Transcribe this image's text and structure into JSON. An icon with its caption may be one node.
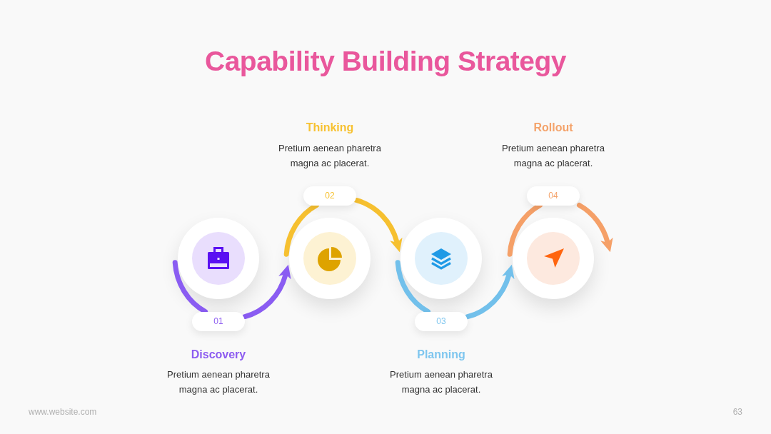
{
  "diagram": {
    "title": "Capability Building Strategy",
    "nodes": [
      {
        "text": [],
        "shape": "circle",
        "beside": [
          "Discovery",
          "Pretium aenean pharetra magna ac placerat."
        ]
      },
      {
        "text": [
          "01"
        ]
      },
      {
        "text": [],
        "shape": "circle",
        "beside": [
          "Thinking",
          "Pretium aenean pharetra magna ac placerat."
        ]
      },
      {
        "text": [
          "02"
        ]
      },
      {
        "text": [],
        "shape": "circle",
        "beside": [
          "Planning",
          "Pretium aenean pharetra magna ac placerat."
        ]
      },
      {
        "text": [
          "03"
        ]
      },
      {
        "text": [],
        "shape": "circle",
        "beside": [
          "Rollout",
          "Pretium aenean pharetra magna ac placerat."
        ]
      },
      {
        "text": [
          "04"
        ]
      }
    ],
    "edges": [
      {
        "from": 0,
        "to": 1,
        "arrow": "none",
        "color": "#8a5cf2"
      },
      {
        "from": 1,
        "to": 2,
        "arrow": "to",
        "color": "#8a5cf2"
      },
      {
        "from": 2,
        "to": 3,
        "arrow": "none",
        "color": "#f6c030"
      },
      {
        "from": 3,
        "to": 4,
        "arrow": "to",
        "color": "#f6c030"
      },
      {
        "from": 4,
        "to": 5,
        "arrow": "none",
        "color": "#72c0eb"
      },
      {
        "from": 5,
        "to": 6,
        "arrow": "to",
        "color": "#72c0eb"
      },
      {
        "from": 6,
        "to": 7,
        "arrow": "none",
        "color": "#f5a068"
      },
      {
        "from": 7,
        "to": 6,
        "arrow": "to",
        "color": "#f5a068"
      }
    ],
    "labels": [
      "www.website.com",
      "63"
    ]
  }
}
